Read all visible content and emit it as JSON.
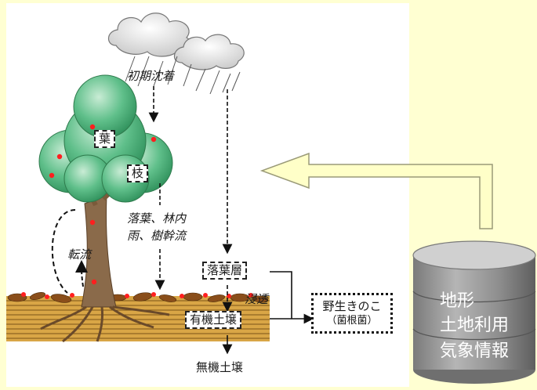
{
  "labels": {
    "initial_deposition": "初期沈着",
    "leaf": "葉",
    "branch": "枝",
    "litterfall_line1": "落葉、林内",
    "litterfall_line2": "雨、樹幹流",
    "translocation": "転流",
    "litter_layer": "落葉層",
    "infiltration": "浸透",
    "organic_soil": "有機土壌",
    "mushroom_line1": "野生きのこ",
    "mushroom_line2": "（菌根菌）",
    "inorganic_soil": "無機土壌"
  },
  "database": {
    "line1": "地形",
    "line2": "土地利用",
    "line3": "気象情報"
  },
  "colors": {
    "background": "#ffffd2",
    "panel": "#ffffff",
    "arrow_fill": "#ffffc8",
    "arrow_stroke": "#9a9a78",
    "tree_foliage": "#4caf7a",
    "trunk": "#8a6a4a",
    "soil": "#d9a646",
    "cylinder": "#8c8c8c",
    "contaminant_dot": "#ff1f1f"
  }
}
